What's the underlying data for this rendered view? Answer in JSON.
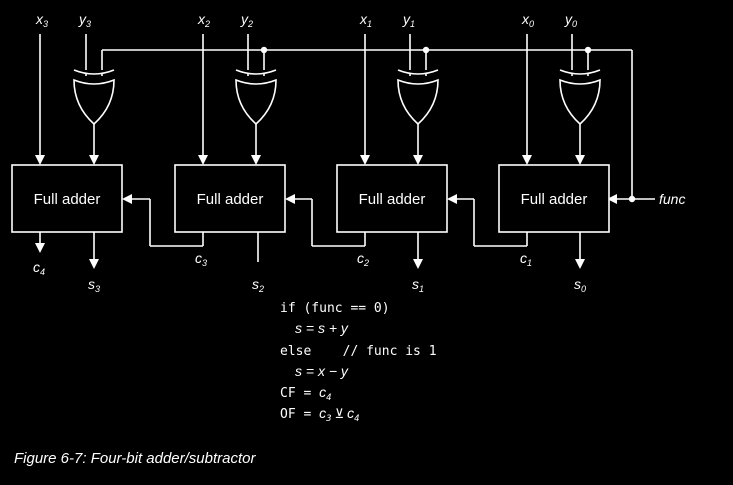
{
  "adders": [
    {
      "label": "Full adder",
      "x_name": "x",
      "x_sub": "3",
      "y_name": "y",
      "y_sub": "3",
      "s_name": "s",
      "s_sub": "3",
      "c_name": "c",
      "c_sub": "4"
    },
    {
      "label": "Full adder",
      "x_name": "x",
      "x_sub": "2",
      "y_name": "y",
      "y_sub": "2",
      "s_name": "s",
      "s_sub": "2",
      "c_name": "c",
      "c_sub": "3"
    },
    {
      "label": "Full adder",
      "x_name": "x",
      "x_sub": "1",
      "y_name": "y",
      "y_sub": "1",
      "s_name": "s",
      "s_sub": "1",
      "c_name": "c",
      "c_sub": "2"
    },
    {
      "label": "Full adder",
      "x_name": "x",
      "x_sub": "0",
      "y_name": "y",
      "y_sub": "0",
      "s_name": "s",
      "s_sub": "0",
      "c_name": "c",
      "c_sub": "1"
    }
  ],
  "func_label": "func",
  "code": {
    "line1": "if (func == 0)",
    "line2": "s = s + y",
    "line3": "else    // func is 1",
    "line4": "s = x − y",
    "cf_prefix": "CF = ",
    "cf_var": "c",
    "cf_sub": "4",
    "of_prefix": "OF = ",
    "of_var1": "c",
    "of_sub1": "3",
    "of_op": "⊻",
    "of_var2": "c",
    "of_sub2": "4"
  },
  "caption": "Figure 6-7: Four-bit adder/subtractor"
}
